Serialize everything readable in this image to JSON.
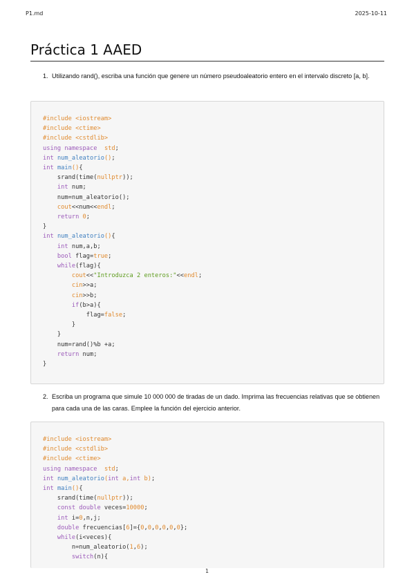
{
  "header": {
    "filename": "P1.md",
    "date": "2025-10-11"
  },
  "title": "Práctica 1 AAED",
  "questions": [
    {
      "number": "1.",
      "text": "Utilizando rand(), escriba una función que genere un número pseudoaleatorio entero en el intervalo discreto [a, b]."
    },
    {
      "number": "2.",
      "text": "Escriba un programa que simule 10 000 000 de tiradas de un dado. Imprima las frecuencias relativas que se obtienen para cada una de las caras. Emplee la función del ejercicio anterior."
    }
  ],
  "code_blocks": [
    [
      [
        [
          "pp",
          "#include <iostream>"
        ]
      ],
      [
        [
          "pp",
          "#include <ctime>"
        ]
      ],
      [
        [
          "pp",
          "#include <cstdlib>"
        ]
      ],
      [
        [
          "kw",
          "using namespace"
        ],
        [
          "",
          "  "
        ],
        [
          "pp",
          "std"
        ],
        [
          "",
          ";"
        ]
      ],
      [
        [
          "kw",
          "int"
        ],
        [
          "",
          " "
        ],
        [
          "fn",
          "num_aleatorio"
        ],
        [
          "nm",
          "()"
        ],
        [
          "",
          ";"
        ]
      ],
      [
        [
          "kw",
          "int"
        ],
        [
          "",
          " "
        ],
        [
          "fn",
          "main"
        ],
        [
          "nm",
          "()"
        ],
        [
          "",
          "{"
        ]
      ],
      [
        [
          "",
          "    srand(time("
        ],
        [
          "nm",
          "nullptr"
        ],
        [
          "",
          "));"
        ]
      ],
      [
        [
          "",
          "    "
        ],
        [
          "kw",
          "int"
        ],
        [
          "",
          " num;"
        ]
      ],
      [
        [
          "",
          "    num=num_aleatorio();"
        ]
      ],
      [
        [
          "",
          "    "
        ],
        [
          "nm",
          "cout"
        ],
        [
          "",
          "<<num<<"
        ],
        [
          "nm",
          "endl"
        ],
        [
          "",
          ";"
        ]
      ],
      [
        [
          "",
          "    "
        ],
        [
          "kw",
          "return"
        ],
        [
          "",
          " "
        ],
        [
          "nm",
          "0"
        ],
        [
          "",
          ";"
        ]
      ],
      [
        [
          "",
          "}"
        ]
      ],
      [
        [
          "kw",
          "int"
        ],
        [
          "",
          " "
        ],
        [
          "fn",
          "num_aleatorio"
        ],
        [
          "nm",
          "()"
        ],
        [
          "",
          "{"
        ]
      ],
      [
        [
          "",
          "    "
        ],
        [
          "kw",
          "int"
        ],
        [
          "",
          " num,a,b;"
        ]
      ],
      [
        [
          "",
          "    "
        ],
        [
          "kw",
          "bool"
        ],
        [
          "",
          " flag="
        ],
        [
          "nm",
          "true"
        ],
        [
          "",
          ";"
        ]
      ],
      [
        [
          "",
          "    "
        ],
        [
          "kw",
          "while"
        ],
        [
          "",
          "(flag){"
        ]
      ],
      [
        [
          "",
          "        "
        ],
        [
          "nm",
          "cout"
        ],
        [
          "",
          "<<"
        ],
        [
          "st",
          "\"Introduzca 2 enteros:\""
        ],
        [
          "",
          "<<"
        ],
        [
          "nm",
          "endl"
        ],
        [
          "",
          ";"
        ]
      ],
      [
        [
          "",
          "        "
        ],
        [
          "nm",
          "cin"
        ],
        [
          "",
          ">>a;"
        ]
      ],
      [
        [
          "",
          "        "
        ],
        [
          "nm",
          "cin"
        ],
        [
          "",
          ">>b;"
        ]
      ],
      [
        [
          "",
          "        "
        ],
        [
          "kw",
          "if"
        ],
        [
          "",
          "(b>a){"
        ]
      ],
      [
        [
          "",
          "            flag="
        ],
        [
          "nm",
          "false"
        ],
        [
          "",
          ";"
        ]
      ],
      [
        [
          "",
          "        }"
        ]
      ],
      [
        [
          "",
          "    }"
        ]
      ],
      [
        [
          "",
          "    num=rand()%b +a;"
        ]
      ],
      [
        [
          "",
          "    "
        ],
        [
          "kw",
          "return"
        ],
        [
          "",
          " num;"
        ]
      ],
      [
        [
          "",
          "}"
        ]
      ]
    ],
    [
      [
        [
          "pp",
          "#include <iostream>"
        ]
      ],
      [
        [
          "pp",
          "#include <cstdlib>"
        ]
      ],
      [
        [
          "pp",
          "#include <ctime>"
        ]
      ],
      [
        [
          "kw",
          "using namespace"
        ],
        [
          "",
          "  "
        ],
        [
          "pp",
          "std"
        ],
        [
          "",
          ";"
        ]
      ],
      [
        [
          "kw",
          "int"
        ],
        [
          "",
          " "
        ],
        [
          "fn",
          "num_aleatorio"
        ],
        [
          "nm",
          "("
        ],
        [
          "kw",
          "int"
        ],
        [
          "nm",
          " a,"
        ],
        [
          "kw",
          "int"
        ],
        [
          "nm",
          " b)"
        ],
        [
          "",
          ";"
        ]
      ],
      [
        [
          "kw",
          "int"
        ],
        [
          "",
          " "
        ],
        [
          "fn",
          "main"
        ],
        [
          "nm",
          "()"
        ],
        [
          "",
          "{"
        ]
      ],
      [
        [
          "",
          "    srand(time("
        ],
        [
          "nm",
          "nullptr"
        ],
        [
          "",
          "));"
        ]
      ],
      [
        [
          "",
          "    "
        ],
        [
          "kw",
          "const double"
        ],
        [
          "",
          " veces="
        ],
        [
          "nm",
          "10000"
        ],
        [
          "",
          ";"
        ]
      ],
      [
        [
          "",
          "    "
        ],
        [
          "kw",
          "int"
        ],
        [
          "",
          " i="
        ],
        [
          "nm",
          "0"
        ],
        [
          "",
          ",n,j;"
        ]
      ],
      [
        [
          "",
          "    "
        ],
        [
          "kw",
          "double"
        ],
        [
          "",
          " frecuencias["
        ],
        [
          "nm",
          "6"
        ],
        [
          "",
          "]={"
        ],
        [
          "nm",
          "0"
        ],
        [
          "",
          ","
        ],
        [
          "nm",
          "0"
        ],
        [
          "",
          ","
        ],
        [
          "nm",
          "0"
        ],
        [
          "",
          ","
        ],
        [
          "nm",
          "0"
        ],
        [
          "",
          ","
        ],
        [
          "nm",
          "0"
        ],
        [
          "",
          ","
        ],
        [
          "nm",
          "0"
        ],
        [
          "",
          "};"
        ]
      ],
      [
        [
          "",
          "    "
        ],
        [
          "kw",
          "while"
        ],
        [
          "",
          "(i<veces){"
        ]
      ],
      [
        [
          "",
          "        n=num_aleatorio("
        ],
        [
          "nm",
          "1"
        ],
        [
          "",
          ","
        ],
        [
          "nm",
          "6"
        ],
        [
          "",
          ");"
        ]
      ],
      [
        [
          "",
          "        "
        ],
        [
          "kw",
          "switch"
        ],
        [
          "",
          "(n){"
        ]
      ]
    ]
  ],
  "footer": {
    "page": "1"
  }
}
